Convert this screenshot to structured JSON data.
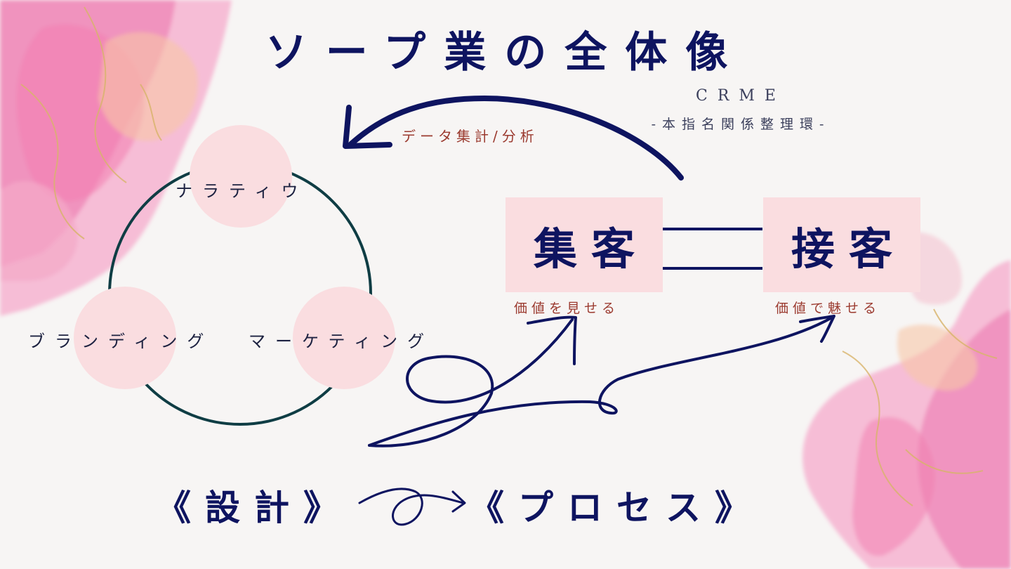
{
  "title": "ソープ業の全体像",
  "crme": {
    "title": "CRME",
    "subtitle": "-本指名関係整理環-"
  },
  "data_label": "データ集計/分析",
  "cycle": {
    "top": "ナラティウ",
    "left": "ブランディング",
    "right": "マーケティング"
  },
  "boxes": {
    "left": {
      "label": "集客",
      "caption": "価値を見せる"
    },
    "right": {
      "label": "接客",
      "caption": "価値で魅せる"
    }
  },
  "bottom": {
    "design": "《設計》",
    "process": "《プロセス》"
  },
  "colors": {
    "navy": "#0e1460",
    "pink_fill": "#fadde0",
    "accent_red": "#9b3a2f",
    "background": "#f7f5f4",
    "circle_stroke": "#0f3d44"
  }
}
